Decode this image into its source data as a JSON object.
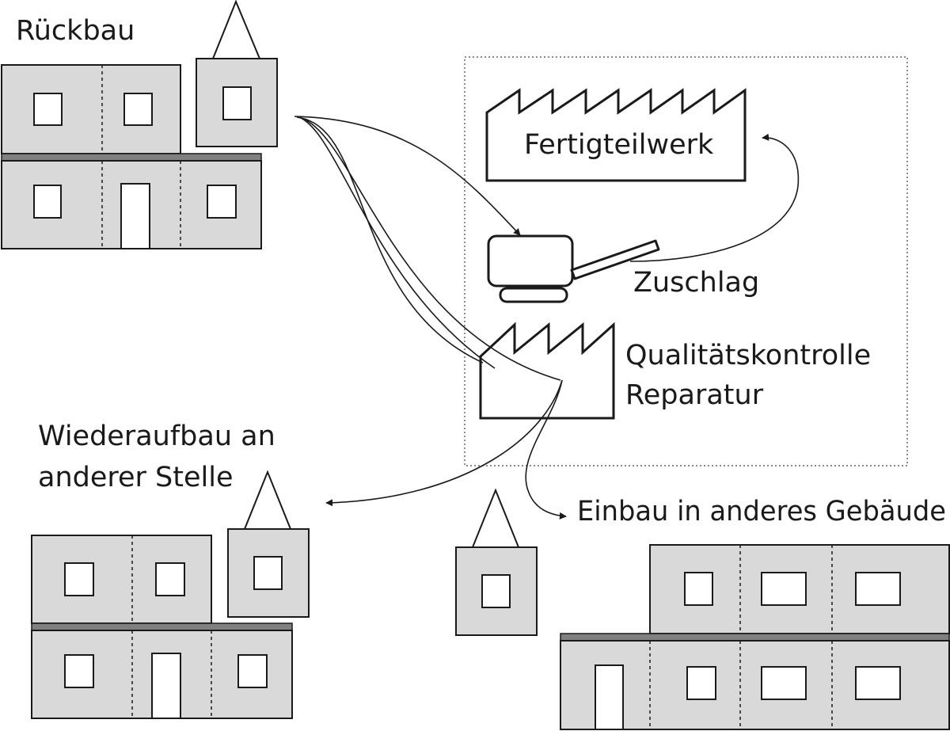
{
  "labels": {
    "rueckbau": "Rückbau",
    "fertigteilwerk": "Fertigteilwerk",
    "zuschlag": "Zuschlag",
    "qualitaet_line1": "Qualitätskontrolle",
    "qualitaet_line2": "Reparatur",
    "wiederaufbau_line1": "Wiederaufbau an",
    "wiederaufbau_line2": "anderer Stelle",
    "einbau": "Einbau in anderes Gebäude"
  },
  "colors": {
    "wall": "#d9d9d9",
    "slab": "#808080",
    "line": "#1a1a1a"
  }
}
